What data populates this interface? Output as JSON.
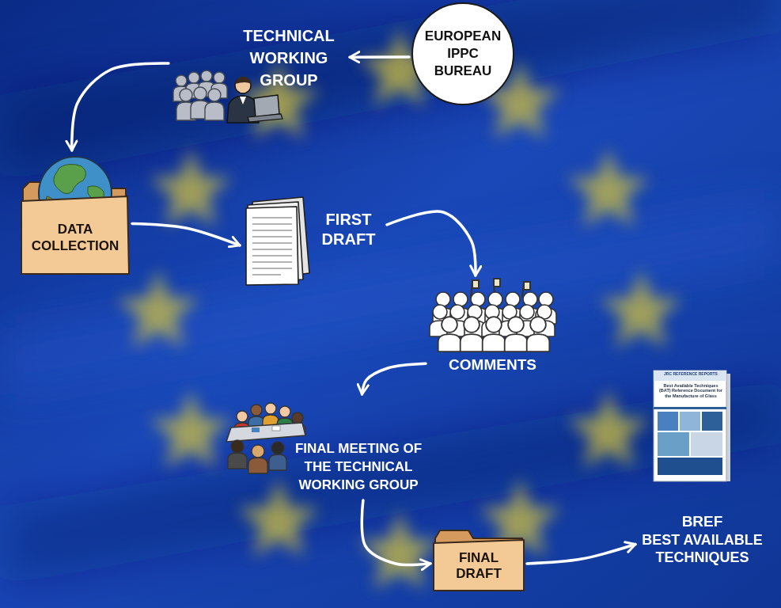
{
  "diagram": {
    "nodes": [
      {
        "text": [
          "TECHNICAL WORKING GROUP"
        ]
      },
      {
        "text": [
          "EUROPEAN IPPC BUREAU"
        ]
      },
      {
        "text": [
          "DATA COLLECTION"
        ]
      },
      {
        "text": [
          "FIRST DRAFT"
        ]
      },
      {
        "text": [
          "COMMENTS"
        ]
      },
      {
        "text": [
          "FINAL MEETING OF THE TECHNICAL WORKING GROUP"
        ]
      },
      {
        "text": [
          "FINAL DRAFT"
        ]
      },
      {
        "text": [
          "BREF",
          "BEST AVAILABLE TECHNIQUES"
        ]
      }
    ],
    "edges": [
      {
        "from": 1,
        "to": 0,
        "arrow": "to"
      },
      {
        "from": 0,
        "to": 2,
        "arrow": "to"
      },
      {
        "from": 2,
        "to": 3,
        "arrow": "to"
      },
      {
        "from": 3,
        "to": 4,
        "arrow": "to"
      },
      {
        "from": 4,
        "to": 5,
        "arrow": "to"
      },
      {
        "from": 5,
        "to": 6,
        "arrow": "to"
      },
      {
        "from": 6,
        "to": 7,
        "arrow": "to"
      }
    ],
    "labels": [
      "JRC REFERENCE REPORTS",
      "Best Available Techniques (BAT) Reference Document for the Manufacture of Glass"
    ]
  }
}
